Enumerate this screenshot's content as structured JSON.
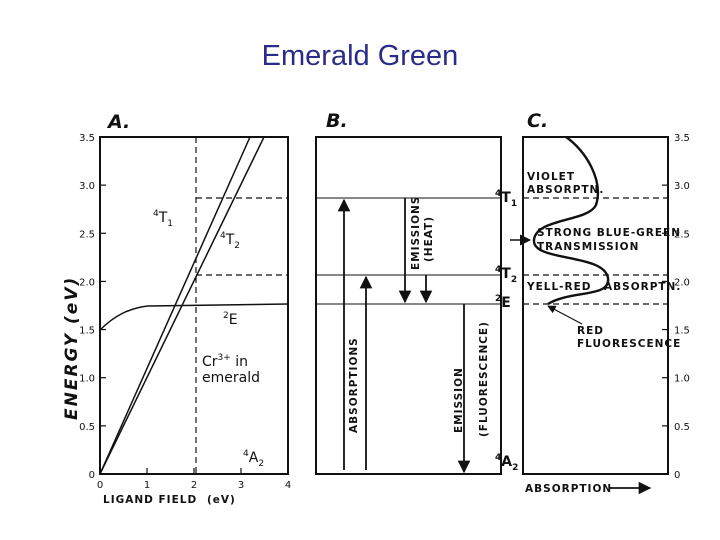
{
  "slide_title": "Emerald Green",
  "panel_letters": [
    "A.",
    "B.",
    "C."
  ],
  "energy_ticks": [
    "0",
    "0.5",
    "1.0",
    "1.5",
    "2.0",
    "2.5",
    "3.0",
    "3.5"
  ],
  "ligand_ticks": [
    "0",
    "1",
    "2",
    "3",
    "4"
  ],
  "panel_a": {
    "y_axis_label": "ENERGY (eV)",
    "x_axis_label": "LIGAND FIELD",
    "x_axis_unit": "(eV)",
    "level_4T1": "4",
    "level_4T1_sub": "T",
    "level_4T1_idx": "1",
    "level_4T2": "4",
    "level_4T2_sub": "T",
    "level_4T2_idx": "2",
    "level_2E_sup": "2",
    "level_2E": "E",
    "level_4A2_sup": "4",
    "level_4A2": "A",
    "level_4A2_idx": "2",
    "ion_line1_main": "Cr",
    "ion_line1_sup": "3+",
    "ion_line1_rest": " in",
    "ion_line2": "emerald"
  },
  "panel_b": {
    "absorptions_label": "ABSORPTIONS",
    "emissions_label": "EMISSIONS",
    "heat_label": "(HEAT)",
    "emission_label": "EMISSION",
    "fluorescence_label": "(FLUORESCENCE)"
  },
  "panel_c": {
    "violet": "VIOLET",
    "absorptn": "ABSORPTN.",
    "strong": "STRONG BLUE-GREEN",
    "transmission": "TRANSMISSION",
    "yell_red": "YELL-RED",
    "yell_red_abs": "ABSORPTN.",
    "red": "RED",
    "fluorescence": "FLUORESCENCE",
    "x_axis_label": "ABSORPTION"
  },
  "chart_data": {
    "type": "line",
    "x_label": "LIGAND FIELD (eV)",
    "y_label": "ENERGY (eV)",
    "xlim": [
      0,
      4
    ],
    "ylim": [
      0,
      3.5
    ],
    "series": [
      {
        "name": "4T1",
        "x": [
          0,
          3.2
        ],
        "y": [
          0,
          3.5
        ]
      },
      {
        "name": "4T2",
        "x": [
          0,
          3.5
        ],
        "y": [
          0,
          3.5
        ]
      },
      {
        "name": "2E",
        "x": [
          0,
          0.25,
          0.5,
          0.75,
          1,
          1.5,
          2,
          3,
          4
        ],
        "y": [
          1.45,
          1.58,
          1.66,
          1.71,
          1.74,
          1.76,
          1.76,
          1.76,
          1.76
        ]
      }
    ],
    "reference_levels": {
      "ligand_field": 2.05,
      "4T1": 2.85,
      "4T2": 2.05,
      "2E": 1.76
    }
  }
}
